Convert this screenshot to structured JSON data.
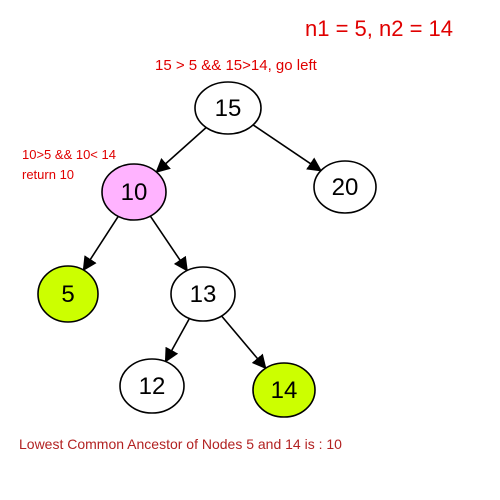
{
  "query": "n1 = 5, n2 = 14",
  "step_root": "15 > 5 && 15>14, go left",
  "step_result_line1": "10>5 && 10< 14",
  "step_result_line2": "return 10",
  "conclusion": "Lowest Common Ancestor of Nodes 5 and 14 is : 10",
  "colors": {
    "annotation": "#e00000",
    "conclusion": "#b22222",
    "answer_node_fill": "#ffb3ff",
    "target_node_fill": "#ccff00",
    "default_node_fill": "#ffffff",
    "edge": "#000000"
  },
  "tree": {
    "nodes": [
      {
        "id": "n15",
        "label": "15",
        "role": "default"
      },
      {
        "id": "n10",
        "label": "10",
        "role": "answer"
      },
      {
        "id": "n20",
        "label": "20",
        "role": "default"
      },
      {
        "id": "n5",
        "label": "5",
        "role": "target"
      },
      {
        "id": "n13",
        "label": "13",
        "role": "default"
      },
      {
        "id": "n12",
        "label": "12",
        "role": "default"
      },
      {
        "id": "n14",
        "label": "14",
        "role": "target"
      }
    ],
    "edges": [
      {
        "from": "n15",
        "to": "n10"
      },
      {
        "from": "n15",
        "to": "n20"
      },
      {
        "from": "n10",
        "to": "n5"
      },
      {
        "from": "n10",
        "to": "n13"
      },
      {
        "from": "n13",
        "to": "n12"
      },
      {
        "from": "n13",
        "to": "n14"
      }
    ]
  }
}
